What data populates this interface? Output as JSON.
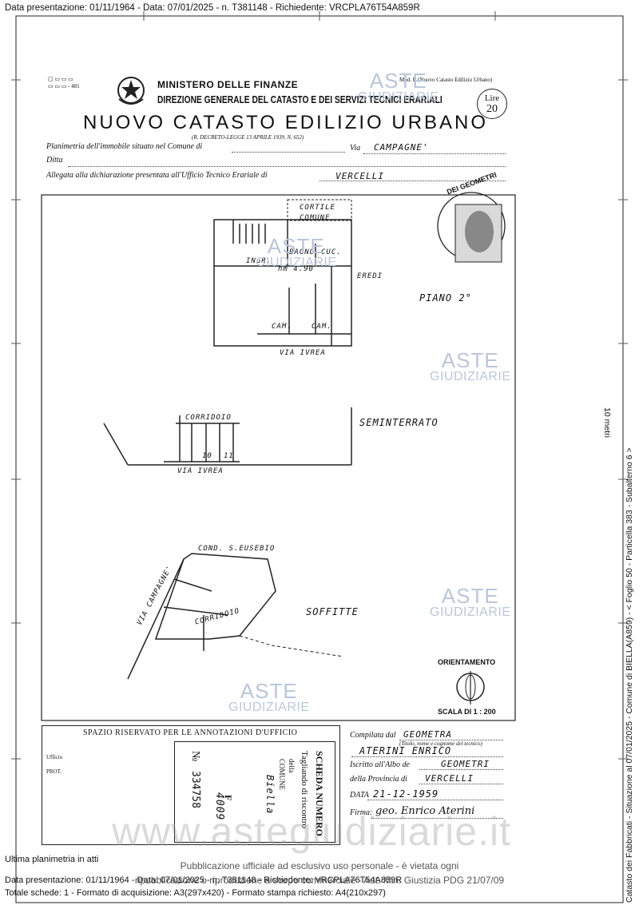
{
  "header": {
    "top_line": "Data presentazione: 01/11/1964 - Data: 07/01/2025 - n. T381148 - Richiedente: VRCPLA76T54A859R"
  },
  "form": {
    "ministry": "MINISTERO DELLE FINANZE",
    "direction": "DIREZIONE GENERALE DEL CATASTO E DEI SERVIZI TECNICI ERARIALI",
    "title": "NUOVO CATASTO EDILIZIO URBANO",
    "decree": "(R. DECRETO-LEGGE 13 APRILE 1939, N. 652)",
    "model": "Mod. B (Nuovo Catasto Edilizio Urbano)",
    "stamp_lire": "Lire",
    "stamp_amount": "20",
    "line1_label": "Planimetria dell'immobile situato nel Comune di",
    "via_label": "Via",
    "via_value": "CAMPAGNE'",
    "ditta_label": "Ditta",
    "line3_label": "Allegata alla dichiarazione presentata all'Ufficio Tecnico Erariale di",
    "office_value": "VERCELLI"
  },
  "plan": {
    "cortile": "CORTILE",
    "comune": "COMUNE",
    "bagno": "BAGNO",
    "cuc": "CUC.",
    "ingr": "INGR.",
    "height": "hm 4.90",
    "eredi": "EREDI",
    "cam1": "CAM.",
    "cam2": "CAM.",
    "via_ivrea_1": "VIA IVREA",
    "piano": "PIANO 2°",
    "corridoio": "CORRIDOIO",
    "seminterrato": "SEMINTERRATO",
    "n10": "10",
    "n11": "11",
    "via_ivrea_2": "VIA IVREA",
    "cond": "COND. S.EUSEBIO",
    "via_campagne": "VIA CAMPAGNE'",
    "corridoio2": "CORRIDOIO",
    "soffitte": "SOFFITTE",
    "orientamento": "ORIENTAMENTO",
    "scala": "SCALA DI 1 : 200",
    "seal_text": "DEI GEOMETRI"
  },
  "annotations": {
    "reserved_title": "SPAZIO RISERVATO PER LE ANNOTAZIONI D'UFFICIO",
    "scheda_numero": "SCHEDA NUMERO",
    "tagliando": "Tagliando di riscontro",
    "della": "della",
    "comune_label": "COMUNE",
    "comune_value": "Biella",
    "no_label": "№",
    "number": "334758",
    "f_label": "F",
    "f_value": "4009",
    "ufficio_label": "Ufficio",
    "prot_label": "PROT."
  },
  "compilation": {
    "compilata_label": "Compilata dal",
    "compilata_value": "GEOMETRA",
    "title_note": "(Titolo, nome e cognome del tecnico)",
    "name_value": "ATERINI ENRICO",
    "iscritto_label": "Iscritto all'Albo de",
    "iscritto_value": "GEOMETRI",
    "provincia_label": "della Provincia di",
    "provincia_value": "VERCELLI",
    "data_label": "DATA",
    "data_value": "21-12-1959",
    "firma_label": "Firma:",
    "firma_value": "geo. Enrico Aterini"
  },
  "watermarks": {
    "aste": "ASTE",
    "giudiziarie": "GIUDIZIARIE",
    "site": "www.astegiudiziarie.it"
  },
  "footer": {
    "ultima": "Ultima planimetria in atti",
    "line1": "Data presentazione: 01/11/1964 - Data: 07/01/2025 - n. T381148 - Richiedente: VRCPLA76T54A859R",
    "line2": "Totale schede: 1 - Formato di acquisizione: A3(297x420) - Formato stampa richiesto: A4(210x297)",
    "overlay1": "Pubblicazione ufficiale ad esclusivo uso personale - è vietata ogni",
    "overlay2": "ripubblicazione o riproduzione a scopo commerciale - Aut. Min. Giustizia PDG 21/07/09"
  },
  "side": {
    "vertical": "Catasto dei Fabbricati - Situazione al 07/01/2025 - Comune di BIELLA(A859) - < Foglio 50 - Particella 383 - Subalterno 6 >",
    "vertical2a": "10 metri",
    "vertical2b": ""
  }
}
